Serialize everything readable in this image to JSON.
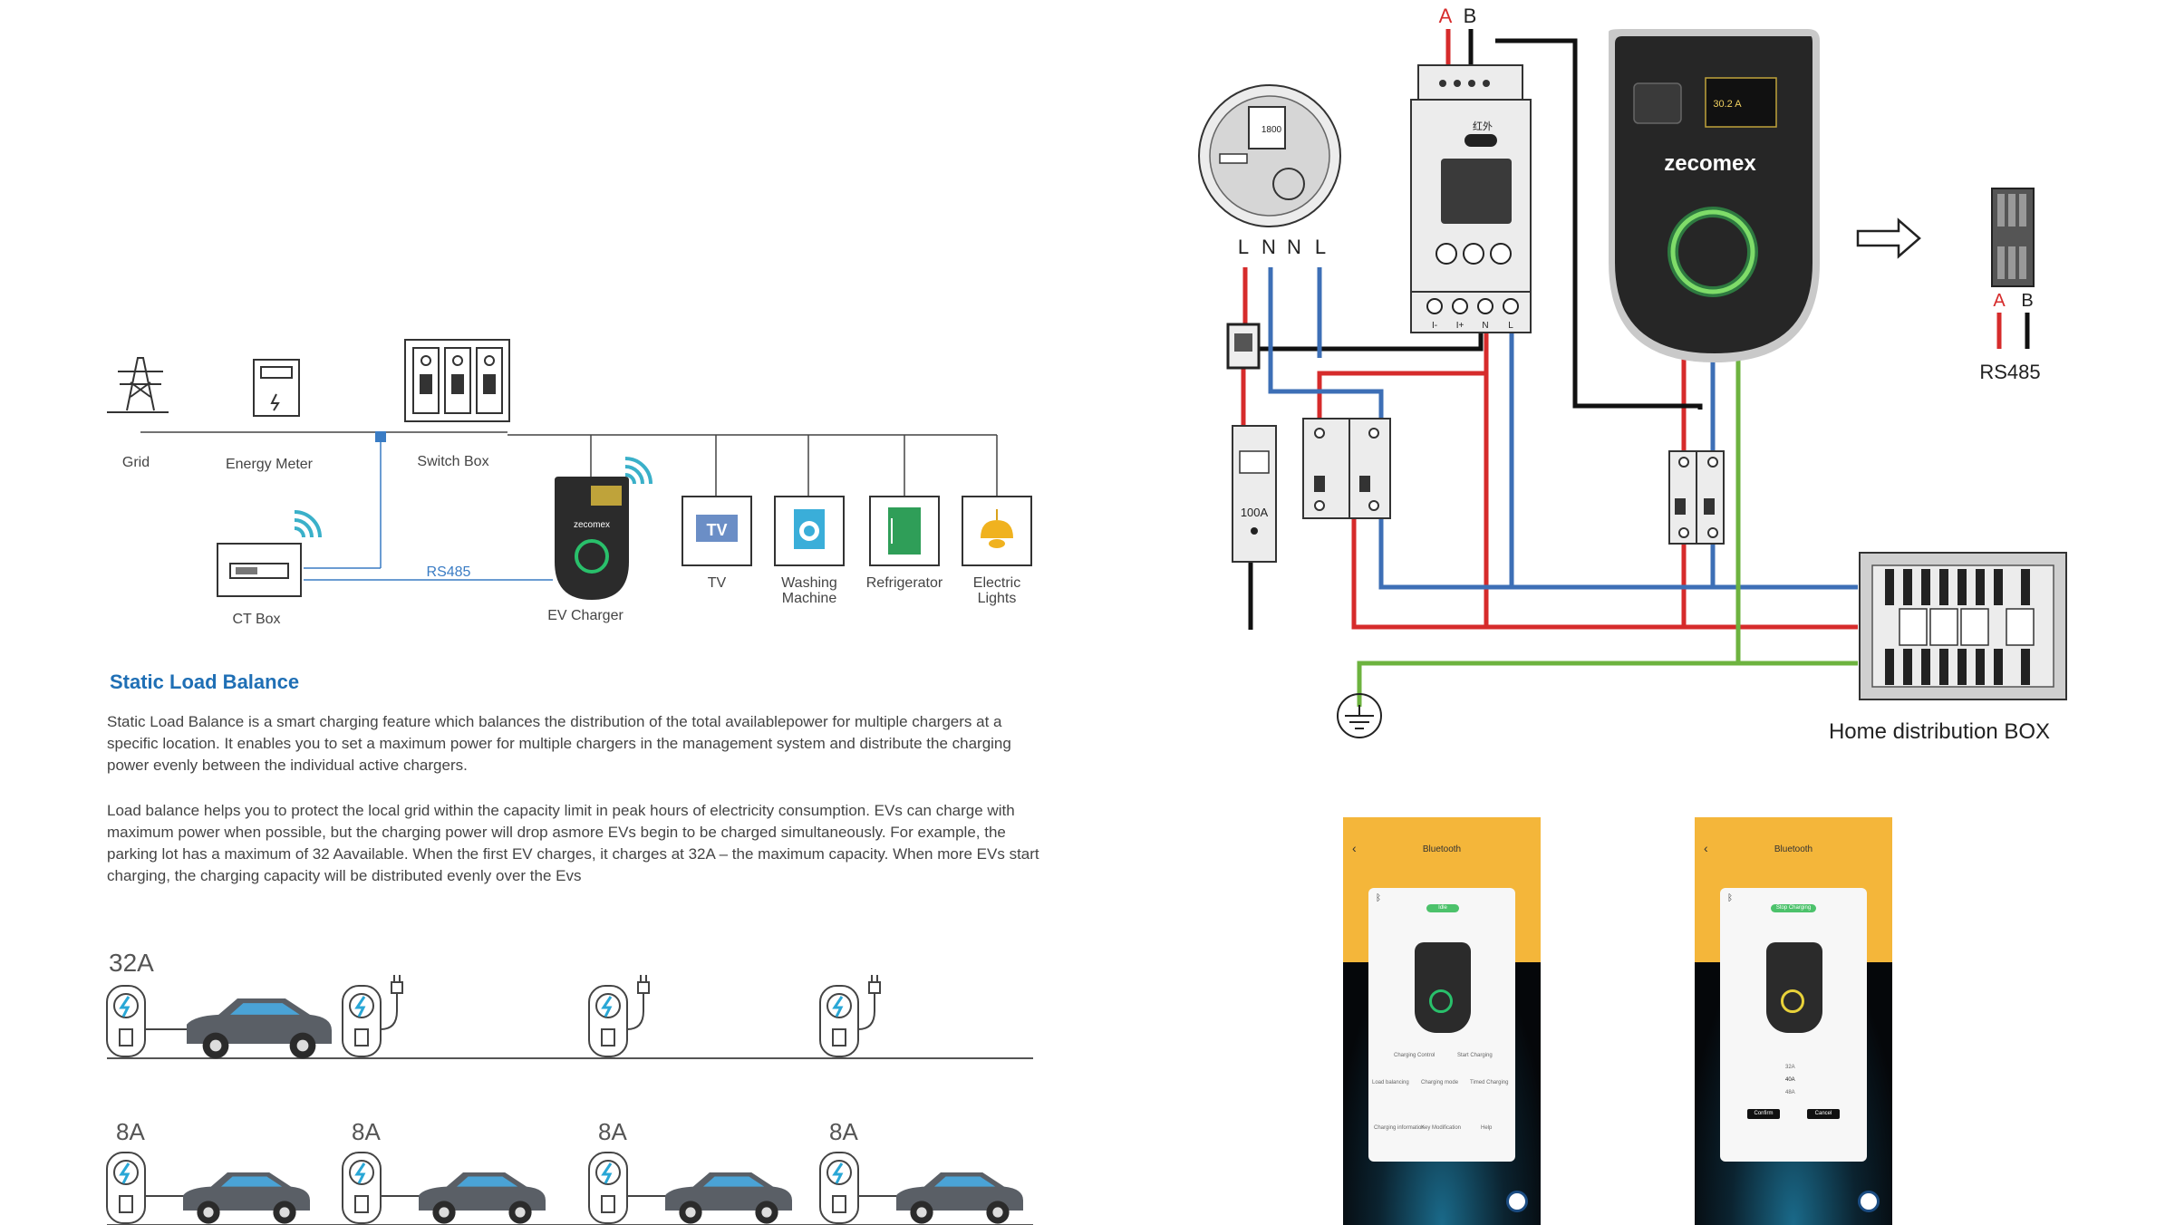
{
  "left_diagram": {
    "grid_label": "Grid",
    "meter_label": "Energy Meter",
    "switch_label": "Switch Box",
    "ct_label": "CT Box",
    "rs485_label": "RS485",
    "charger_label": "EV Charger",
    "charger_brand": "zecomex",
    "appliances": [
      "TV",
      "Washing",
      "Machine",
      "Refrigerator",
      "Electric",
      "Lights"
    ],
    "tv_screen": "TV"
  },
  "section": {
    "title": "Static Load Balance",
    "paragraph1": "Static Load Balance is a smart charging feature which balances the distribution of the total availablepower for multiple chargers at a specific location. It enables you to set a maximum power for multiple chargers in the management system and distribute the charging power evenly between the individual active chargers.",
    "paragraph2": "Load balance helps you to protect the local grid within the capacity limit in peak hours of electricity consumption. EVs can charge with maximum power when possible, but the charging power will drop asmore EVs begin to be charged simultaneously. For example, the parking lot has a maximum of 32 Aavailable. When the first EV charges, it charges at 32A – the maximum capacity. When more EVs start charging, the charging capacity will be distributed evenly over the Evs"
  },
  "load_rows": {
    "row1_value": "32A",
    "row2_values": [
      "8A",
      "8A",
      "8A",
      "8A"
    ]
  },
  "wiring": {
    "rs_a": "A",
    "rs_b": "B",
    "meter_reading": "1800",
    "meter_terms": [
      "L",
      "N",
      "N",
      "L"
    ],
    "din_chinese": "红外",
    "din_terms": [
      "I-",
      "I+",
      "N",
      "L"
    ],
    "breaker_rating": "100A",
    "charger_brand": "zecomex",
    "charger_display": "30.2 A",
    "connector_a": "A",
    "connector_b": "B",
    "rs485": "RS485",
    "home_box": "Home distribution BOX"
  },
  "phones": [
    {
      "title": "Bluetooth",
      "status": "Idle",
      "buttons": [
        "Charging Control",
        "Start Charging"
      ],
      "options": [
        "Load balancing",
        "Charging mode",
        "Timed Charging"
      ],
      "more": [
        "Charging information",
        "Key Modification",
        "Help"
      ]
    },
    {
      "title": "Bluetooth",
      "status": "Stop Charging",
      "current_options": [
        "32A",
        "40A",
        "48A"
      ],
      "confirm": "Confirm",
      "cancel": "Cancel"
    }
  ],
  "colors": {
    "title_blue": "#1f6fb5",
    "rs485_blue": "#3a7cc4",
    "wire_red": "#d62b2b",
    "wire_blue": "#3d6fb6",
    "wire_green": "#6db33f",
    "ring_green": "#29c06b",
    "app_yellow": "#f4b63a"
  }
}
